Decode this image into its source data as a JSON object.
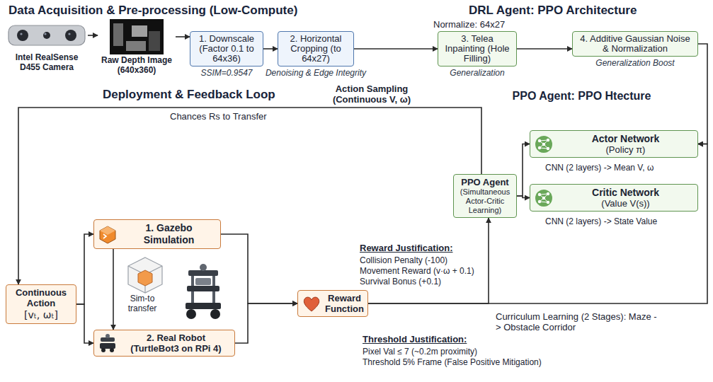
{
  "diagram": {
    "nodes": [
      {
        "text": [
          "Data Acquisition & Pre-processing (Low-Compute)"
        ]
      },
      {
        "text": [
          "Intel RealSense D455 Camera"
        ],
        "in": 0
      },
      {
        "text": [
          "Raw Depth Image (640x360)"
        ],
        "in": 0
      },
      {
        "text": [
          "1. Downscale (Factor 0.1 to 64x36)",
          "SSIM=0.9547"
        ],
        "in": 0
      },
      {
        "text": [
          "2. Horizontal Cropping (to 64x27)",
          "Denoising & Edge Integrity"
        ],
        "in": 0
      },
      {
        "text": [
          "DRL Agent: PPO Architecture"
        ]
      },
      {
        "text": [
          "3. Telea Inpainting (Hole Filling)",
          "Generalization"
        ],
        "in": 5
      },
      {
        "text": [
          "4. Additive Gaussian Noise & Normalization",
          "Generalization Boost"
        ],
        "in": 5
      },
      {
        "text": [
          "Deployment & Feedback Loop"
        ]
      },
      {
        "text": [
          "PPO Agent: PPO Htecture"
        ]
      },
      {
        "text": [
          "PPO Agent",
          "(Simultaneous Actor-Critic Learning)"
        ],
        "in": 9
      },
      {
        "text": [
          "Actor Network",
          "(Policy π)"
        ],
        "in": 9
      },
      {
        "text": [
          "Critic Network",
          "(Value V(s))"
        ],
        "in": 9
      },
      {
        "text": [
          "Continuous Action",
          "[vₜ, ωₜ]"
        ],
        "in": 8
      },
      {
        "text": [
          "1. Gazebo Simulation"
        ],
        "in": 8
      },
      {
        "text": [
          "2. Real Robot (TurtleBot3 on RPi 4)"
        ],
        "in": 8
      },
      {
        "text": [
          "Reward Function"
        ],
        "in": 8
      }
    ],
    "edges": [
      {
        "from": 1,
        "to": 2,
        "arrow": "to"
      },
      {
        "from": 2,
        "to": 3,
        "arrow": "to"
      },
      {
        "from": 3,
        "to": 4,
        "arrow": "to"
      },
      {
        "from": 4,
        "to": 6,
        "arrow": "to"
      },
      {
        "from": 6,
        "to": 7,
        "arrow": "to"
      },
      {
        "from": 7,
        "to": 11,
        "arrow": "to"
      },
      {
        "from": 10,
        "to": 11,
        "arrow": "to"
      },
      {
        "from": 10,
        "to": 12,
        "arrow": "to"
      },
      {
        "from": 10,
        "to": 13,
        "arrow": "to",
        "label": "Action Sampling (Continuous V, ω)"
      },
      {
        "from": 13,
        "to": 14,
        "arrow": "to"
      },
      {
        "from": 13,
        "to": 15,
        "arrow": "to"
      },
      {
        "from": 14,
        "to": 15,
        "arrow": "to",
        "label": "Sim-to transfer"
      },
      {
        "from": 14,
        "to": 16,
        "arrow": "to"
      },
      {
        "from": 15,
        "to": 16,
        "arrow": "to"
      },
      {
        "from": 16,
        "to": 10,
        "arrow": "to"
      },
      {
        "from": 16,
        "to": 11,
        "arrow": "to",
        "label": "Curriculum Learning (2 Stages): Maze -> Obstacle Corridor"
      }
    ],
    "labels": [
      "Normalize: 64x27",
      "CNN (2 layers) -> Mean V, ω",
      "CNN (2 layers) -> State Value",
      "Chances Rs to Transfer",
      "Reward Justification:",
      "Collision Penalty (-100)",
      "Movement Reward (v·ω + 0.1)",
      "Survival Bonus (+0.1)",
      "Threshold Justification:",
      "Pixel Val ≤ 7 (~0.2m proximity)",
      "Threshold 5% Frame (False Positive Mitigation)"
    ]
  }
}
